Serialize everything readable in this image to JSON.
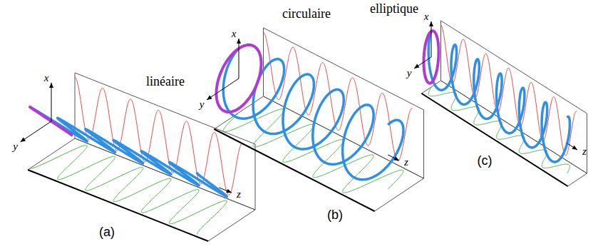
{
  "diagram": {
    "labels": [
      "x",
      "linéaire",
      "y",
      "z",
      "(a)",
      "x",
      "circulaire",
      "y",
      "z",
      "(b)",
      "elliptique",
      "x",
      "y",
      "z",
      "(c)"
    ]
  }
}
